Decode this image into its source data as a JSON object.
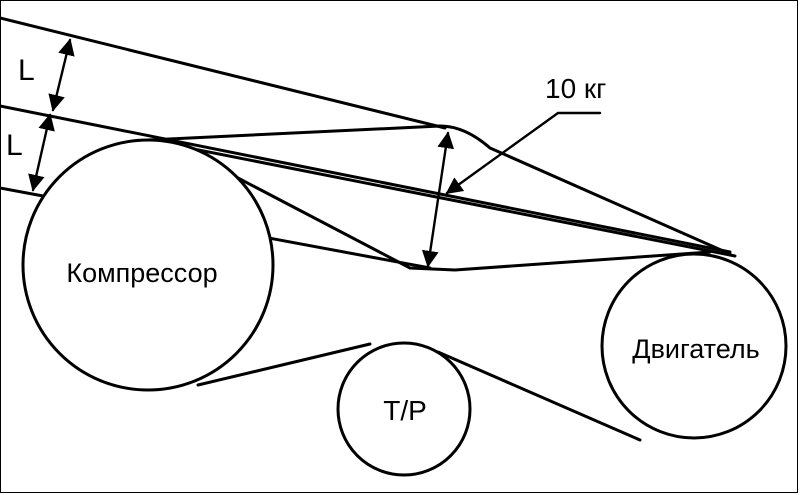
{
  "labels": {
    "compressor": "Компрессор",
    "engine": "Двигатель",
    "tp": "Т/Р",
    "force": "10 кг",
    "dim_upper": "L",
    "dim_lower": "L"
  }
}
